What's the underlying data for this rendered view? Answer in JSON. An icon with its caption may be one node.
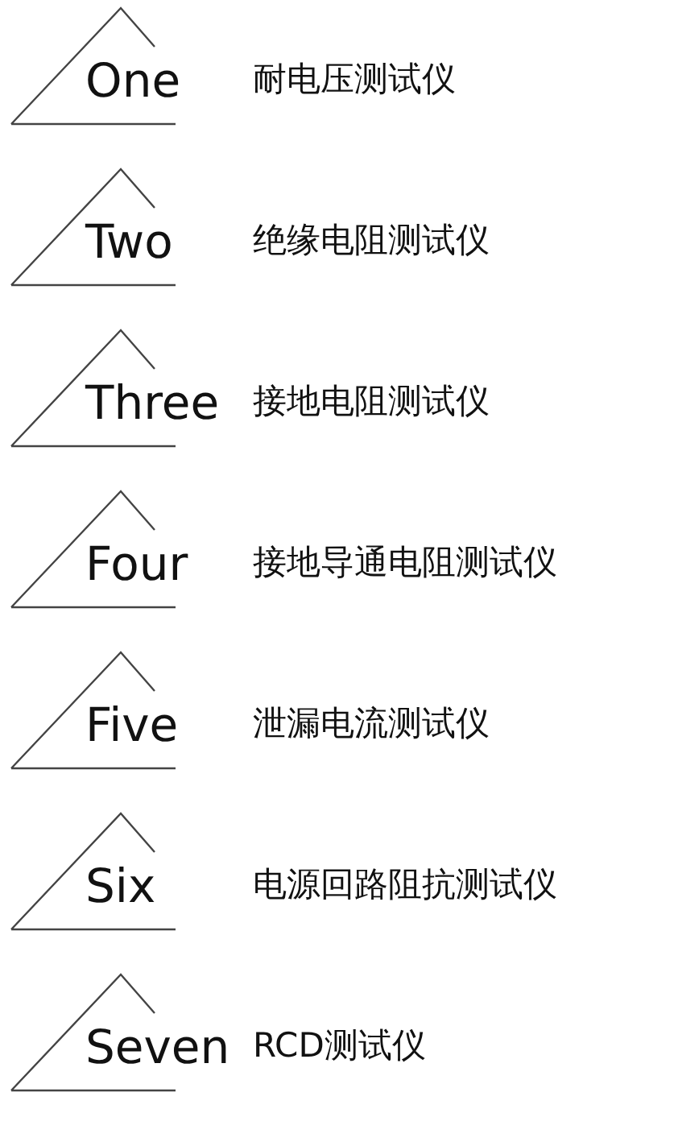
{
  "diagram": {
    "nodes": [
      {
        "text": [
          "One"
        ],
        "beside": [
          "耐电压测试仪"
        ]
      },
      {
        "text": [
          "Two"
        ],
        "beside": [
          "绝缘电阻测试仪"
        ]
      },
      {
        "text": [
          "Three"
        ],
        "beside": [
          "接地电阻测试仪"
        ]
      },
      {
        "text": [
          "Four"
        ],
        "beside": [
          "接地导通电阻测试仪"
        ]
      },
      {
        "text": [
          "Five"
        ],
        "beside": [
          "泄漏电流测试仪"
        ]
      },
      {
        "text": [
          "Six"
        ],
        "beside": [
          "电源回路阻抗测试仪"
        ]
      },
      {
        "text": [
          "Seven"
        ],
        "beside": [
          "RCD测试仪"
        ]
      }
    ]
  }
}
